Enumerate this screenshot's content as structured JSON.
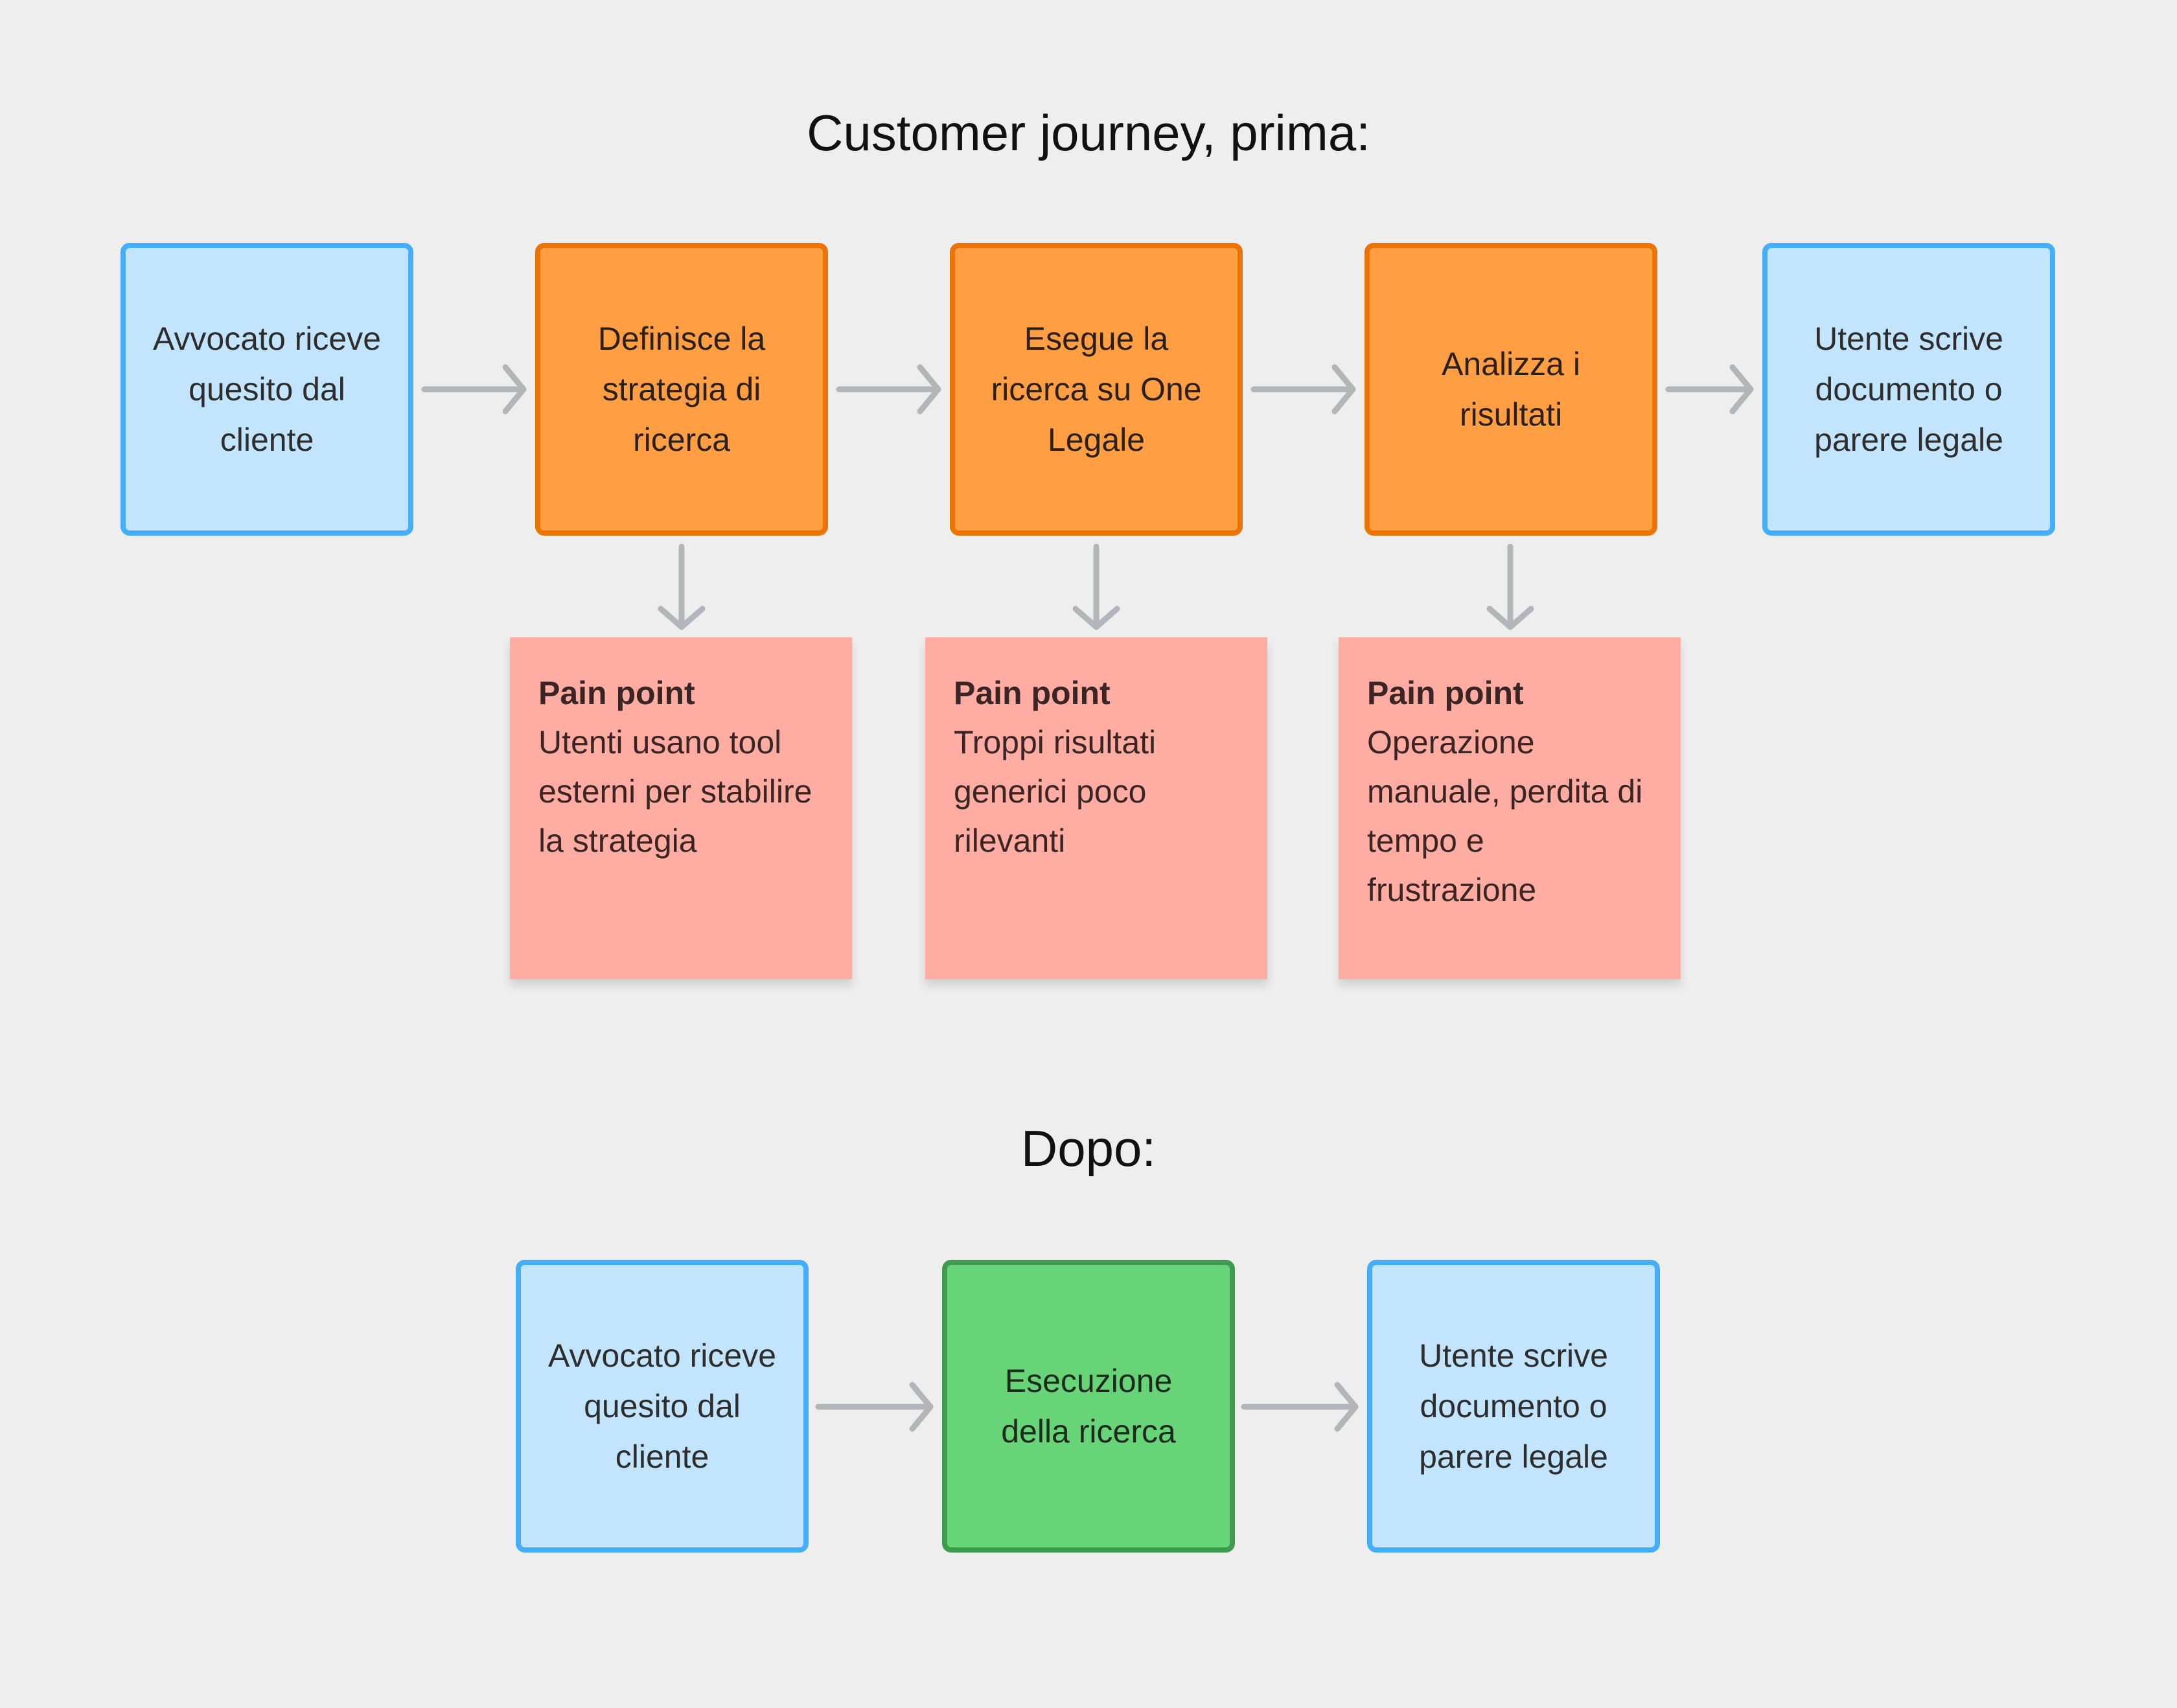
{
  "before": {
    "title": "Customer journey, prima:",
    "steps": [
      {
        "label": "Avvocato riceve quesito dal cliente",
        "type": "endpoint"
      },
      {
        "label": "Definisce la strategia di ricerca",
        "type": "step"
      },
      {
        "label": "Esegue la ricerca su One Legale",
        "type": "step"
      },
      {
        "label": "Analizza i risultati",
        "type": "step"
      },
      {
        "label": "Utente scrive documento o parere legale",
        "type": "endpoint"
      }
    ],
    "pain_points": [
      {
        "heading": "Pain point",
        "text": "Utenti usano tool esterni per stabilire la strategia"
      },
      {
        "heading": "Pain point",
        "text": "Troppi risultati generici poco rilevanti"
      },
      {
        "heading": "Pain point",
        "text": "Operazione manuale, perdita di tempo e frustrazione"
      }
    ]
  },
  "after": {
    "title": "Dopo:",
    "steps": [
      {
        "label": "Avvocato riceve quesito dal cliente",
        "type": "endpoint"
      },
      {
        "label": "Esecuzione della ricerca",
        "type": "improved"
      },
      {
        "label": "Utente scrive documento o parere legale",
        "type": "endpoint"
      }
    ]
  },
  "colors": {
    "endpoint_fill": "#c2e5fd",
    "endpoint_border": "#44aef9",
    "step_fill": "#ff9e42",
    "step_border": "#ea7406",
    "improved_fill": "#66d477",
    "improved_border": "#3e9a4e",
    "pain_point_fill": "#ffaca2",
    "arrow": "#b3b5b8"
  }
}
